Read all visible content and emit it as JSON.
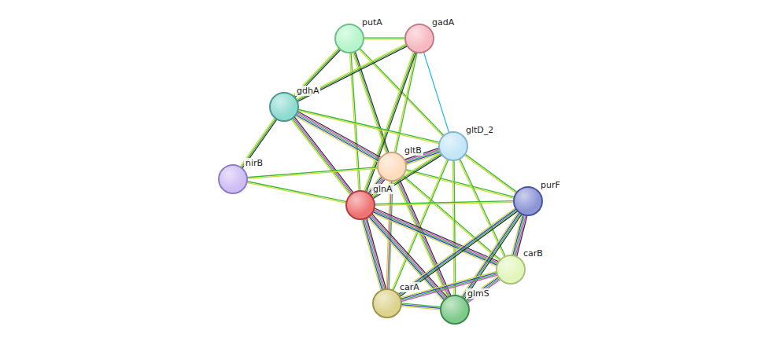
{
  "diagram": {
    "nodes": [
      {
        "text": [
          "putA"
        ]
      },
      {
        "text": [
          "gadA"
        ]
      },
      {
        "text": [
          "gdhA"
        ]
      },
      {
        "text": [
          "gltD_2"
        ]
      },
      {
        "text": [
          "gltB"
        ]
      },
      {
        "text": [
          "nirB"
        ]
      },
      {
        "text": [
          "glnA"
        ]
      },
      {
        "text": [
          "purF"
        ]
      },
      {
        "text": [
          "carB"
        ]
      },
      {
        "text": [
          "carA"
        ]
      },
      {
        "text": [
          "glmS"
        ]
      }
    ],
    "edges": [
      {
        "from": 0,
        "to": 1,
        "arrow": "none"
      },
      {
        "from": 0,
        "to": 2,
        "arrow": "none"
      },
      {
        "from": 0,
        "to": 4,
        "arrow": "none"
      },
      {
        "from": 0,
        "to": 6,
        "arrow": "none"
      },
      {
        "from": 0,
        "to": 3,
        "arrow": "none"
      },
      {
        "from": 1,
        "to": 2,
        "arrow": "none"
      },
      {
        "from": 1,
        "to": 4,
        "arrow": "none"
      },
      {
        "from": 1,
        "to": 6,
        "arrow": "none"
      },
      {
        "from": 1,
        "to": 3,
        "arrow": "none"
      },
      {
        "from": 2,
        "to": 4,
        "arrow": "none"
      },
      {
        "from": 2,
        "to": 6,
        "arrow": "none"
      },
      {
        "from": 2,
        "to": 3,
        "arrow": "none"
      },
      {
        "from": 2,
        "to": 5,
        "arrow": "none"
      },
      {
        "from": 5,
        "to": 4,
        "arrow": "none"
      },
      {
        "from": 5,
        "to": 6,
        "arrow": "none"
      },
      {
        "from": 4,
        "to": 3,
        "arrow": "none"
      },
      {
        "from": 4,
        "to": 6,
        "arrow": "none"
      },
      {
        "from": 4,
        "to": 7,
        "arrow": "none"
      },
      {
        "from": 4,
        "to": 8,
        "arrow": "none"
      },
      {
        "from": 4,
        "to": 9,
        "arrow": "none"
      },
      {
        "from": 4,
        "to": 10,
        "arrow": "none"
      },
      {
        "from": 3,
        "to": 6,
        "arrow": "none"
      },
      {
        "from": 3,
        "to": 7,
        "arrow": "none"
      },
      {
        "from": 3,
        "to": 8,
        "arrow": "none"
      },
      {
        "from": 3,
        "to": 9,
        "arrow": "none"
      },
      {
        "from": 3,
        "to": 10,
        "arrow": "none"
      },
      {
        "from": 6,
        "to": 7,
        "arrow": "none"
      },
      {
        "from": 6,
        "to": 8,
        "arrow": "none"
      },
      {
        "from": 6,
        "to": 9,
        "arrow": "none"
      },
      {
        "from": 6,
        "to": 10,
        "arrow": "none"
      },
      {
        "from": 7,
        "to": 8,
        "arrow": "none"
      },
      {
        "from": 7,
        "to": 9,
        "arrow": "none"
      },
      {
        "from": 7,
        "to": 10,
        "arrow": "none"
      },
      {
        "from": 8,
        "to": 9,
        "arrow": "none"
      },
      {
        "from": 8,
        "to": 10,
        "arrow": "none"
      },
      {
        "from": 9,
        "to": 10,
        "arrow": "none"
      }
    ]
  }
}
